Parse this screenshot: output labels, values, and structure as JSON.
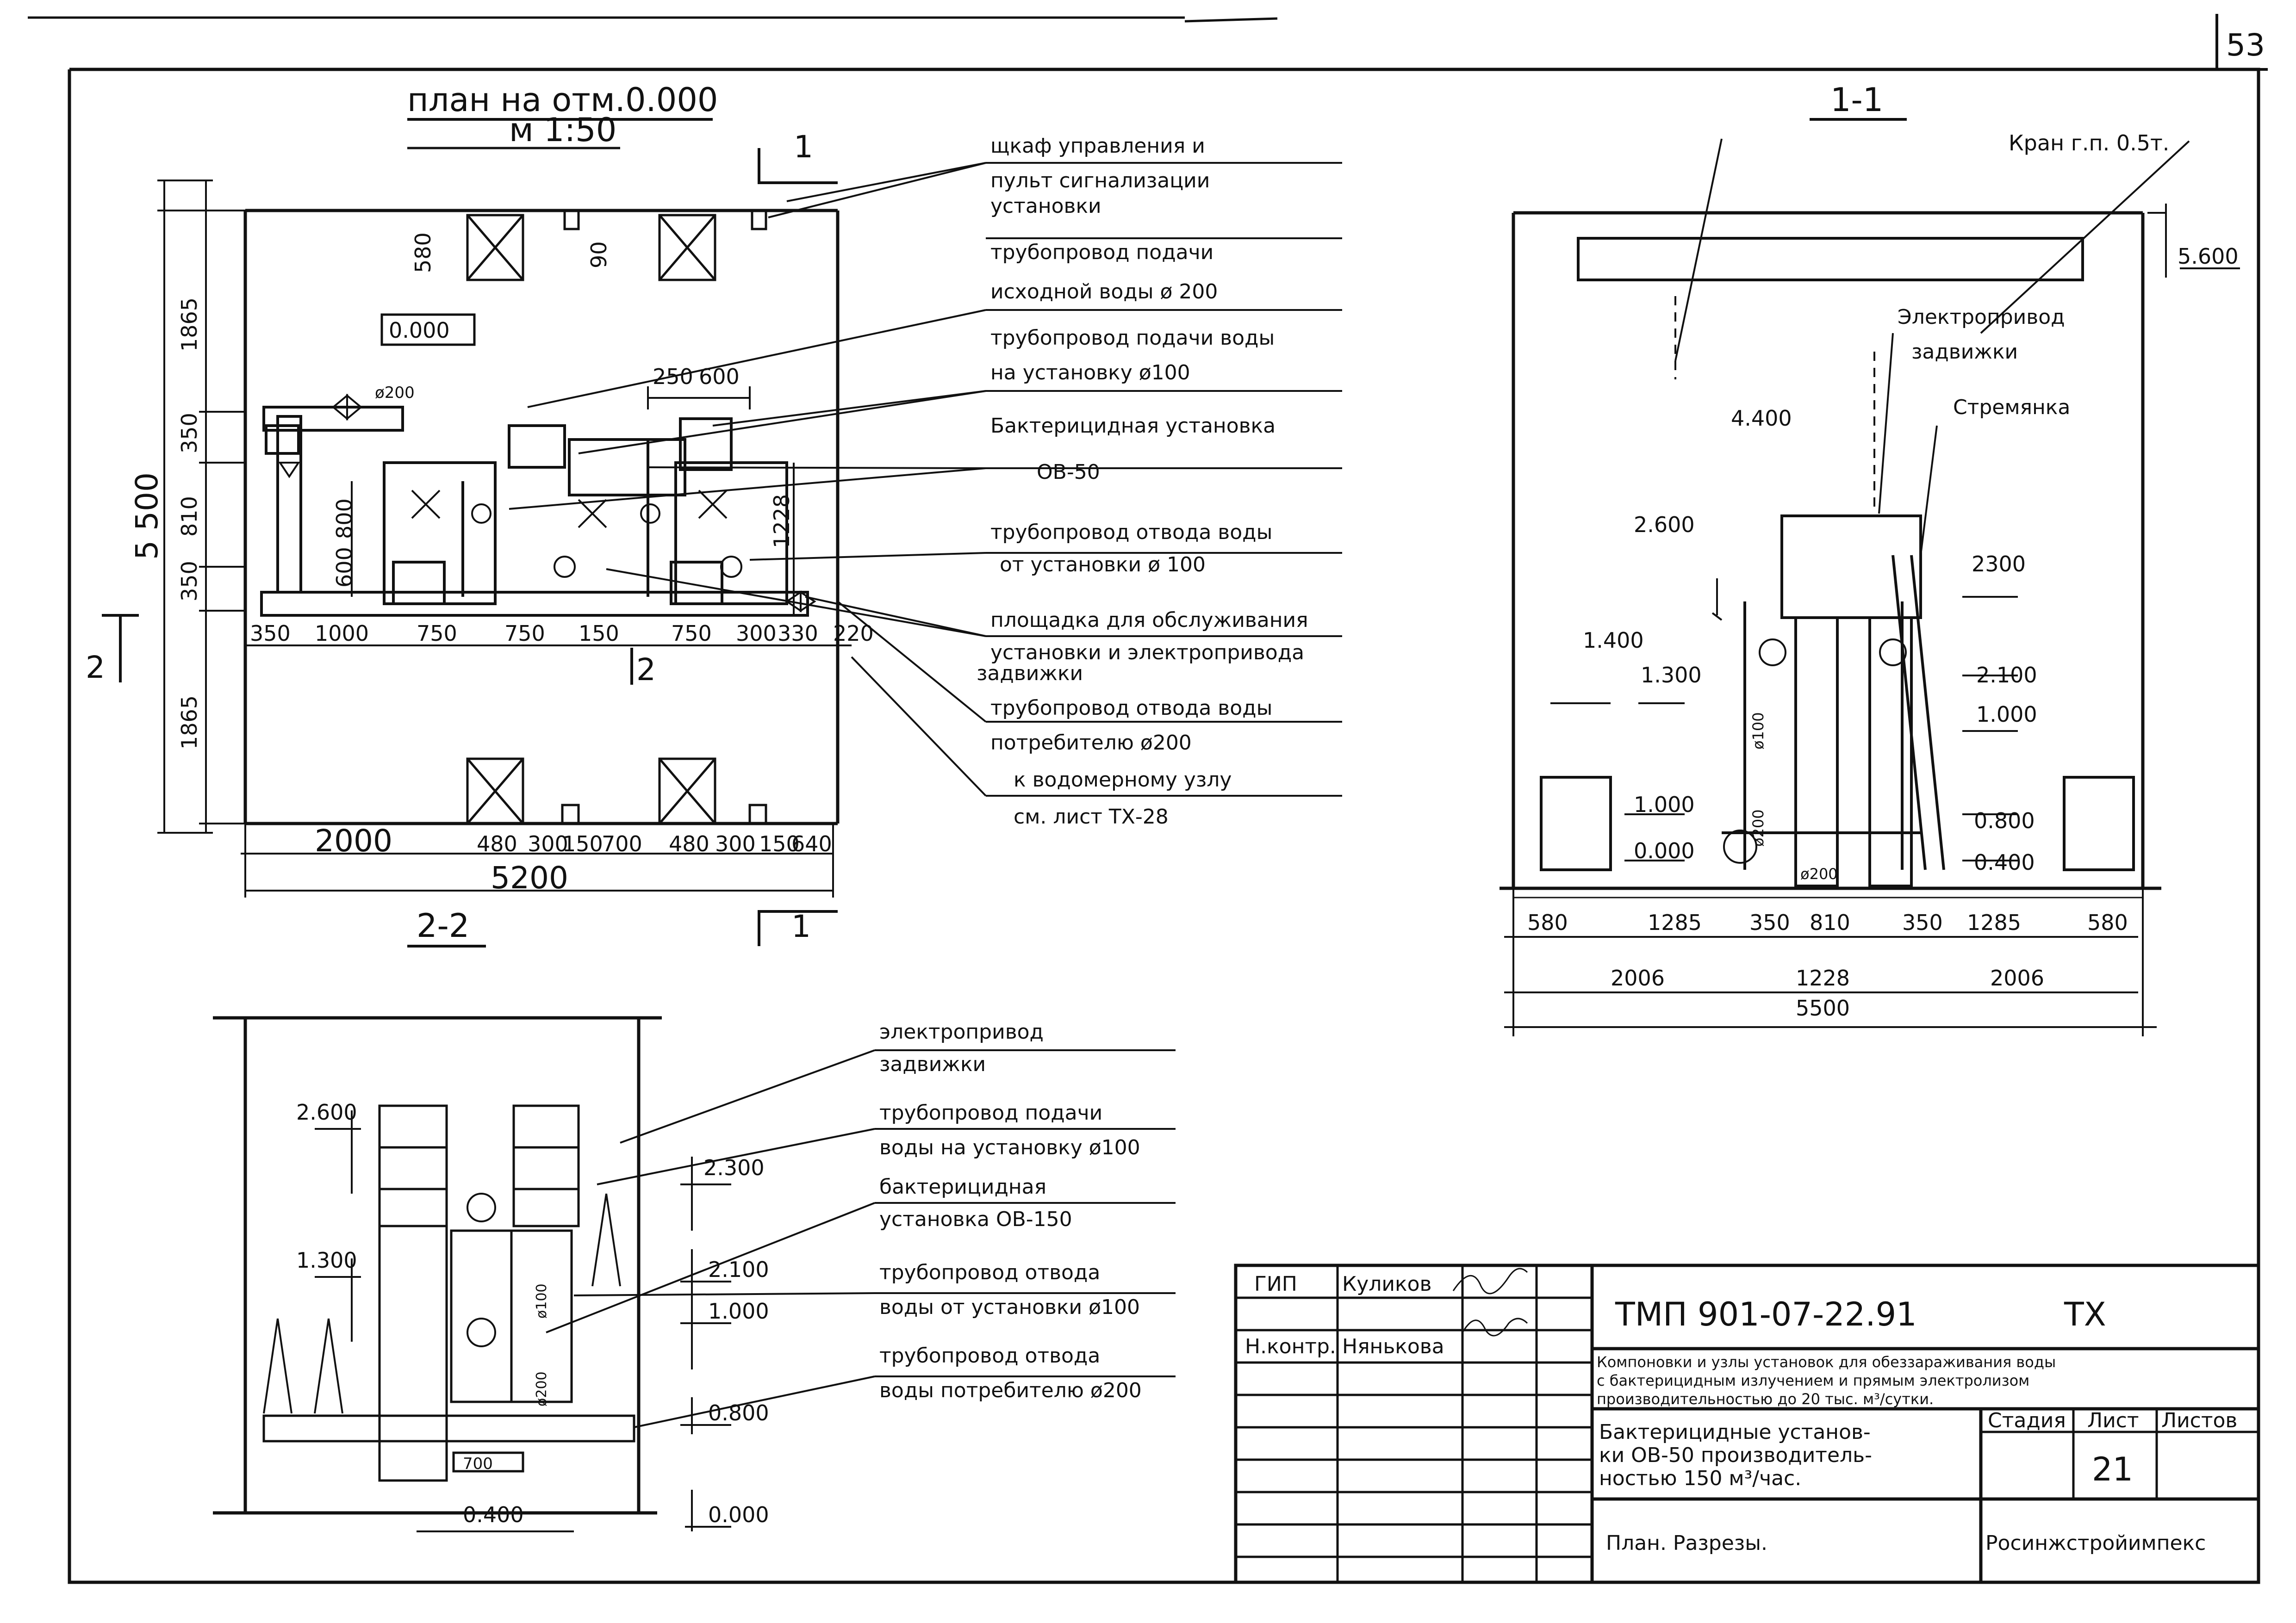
{
  "sheet": {
    "number": "53"
  },
  "plan": {
    "title": "план на отм.0.000",
    "scale": "м 1:50",
    "level_mark": "0.000",
    "dims_left": [
      "1865",
      "350",
      "810",
      "350",
      "1865"
    ],
    "dim_total": "5 500",
    "dims_bottom_1": [
      "350",
      "1000",
      "750",
      "750",
      "150",
      "750",
      "300",
      "330",
      "220"
    ],
    "dims_bottom_2": [
      "2000",
      "480",
      "300",
      "150",
      "700",
      "480",
      "300",
      "150",
      "640"
    ],
    "dim_width": "5200",
    "dim_top": [
      "250",
      "600"
    ],
    "dims_misc": [
      "580",
      "90",
      "800",
      "600",
      "1228",
      "ø200"
    ],
    "section_marks": [
      "1",
      "1",
      "2",
      "2"
    ]
  },
  "section_11": {
    "title": "1-1",
    "crane_label": "Кран г.п. 0.5т.",
    "levels": [
      "5.600",
      "4.400",
      "2.600",
      "1.400",
      "1.300",
      "1.000",
      "0.000",
      "2300",
      "2.100",
      "1.000",
      "0.800",
      "0.400"
    ],
    "labels": [
      "Электропривод",
      "задвижки",
      "Стремянка"
    ],
    "pipe_labels": [
      "ø100",
      "ø200",
      "ø200"
    ],
    "dims_1": [
      "580",
      "1285",
      "350",
      "810",
      "350",
      "1285",
      "580"
    ],
    "dims_2": [
      "2006",
      "1228",
      "2006"
    ],
    "dim_total": "5500"
  },
  "section_22": {
    "title": "2-2",
    "levels": [
      "2.600",
      "1.300",
      "0.400",
      "2.300",
      "2.100",
      "1.000",
      "0.800",
      "0.000"
    ],
    "inner_labels": [
      "700",
      "ø100",
      "ø200"
    ]
  },
  "callouts_plan": [
    [
      "щкаф управления и",
      "пульт сигнализации",
      "установки"
    ],
    [
      "трубопровод подачи",
      "исходной воды ø 200"
    ],
    [
      "трубопровод подачи воды",
      "на установку     ø100"
    ],
    [
      "Бактерицидная установка",
      "ОВ-50"
    ],
    [
      "трубопровод отвода воды",
      "от установки ø 100"
    ],
    [
      "площадка для обслуживания",
      "установки и электропривода",
      "задвижки"
    ],
    [
      "трубопровод отвода воды",
      "потребителю ø200"
    ],
    [
      "к водомерному узлу",
      "см. лист ТХ-28"
    ]
  ],
  "callouts_22": [
    [
      "электропривод",
      "задвижки"
    ],
    [
      "трубопровод подачи",
      "воды на установку ø100"
    ],
    [
      "бактерицидная",
      "установка ОВ-150"
    ],
    [
      "трубопровод отвода",
      "воды от установки ø100"
    ],
    [
      "трубопровод отвода",
      "воды потребителю ø200"
    ]
  ],
  "title_block": {
    "roles": [
      "ГИП",
      "Н.контр."
    ],
    "names": [
      "Куликов",
      "Нянькова"
    ],
    "doc_code": "ТМП     901-07-22.91",
    "section": "ТХ",
    "project": [
      "Компоновки и узлы установок для обеззараживания воды",
      "с бактерицидным излучением и прямым электролизом",
      "производительностью до 20 тыс. м³/сутки."
    ],
    "object": [
      "Бактерицидные установ-",
      "ки ОВ-50 производитель-",
      "ностью 150 м³/час."
    ],
    "stage_label": "Стадия",
    "sheet_label": "Лист",
    "sheets_label": "Листов",
    "sheet_value": "21",
    "drawing_name": "План. Разрезы.",
    "organization": "Росинжстройимпекс"
  }
}
